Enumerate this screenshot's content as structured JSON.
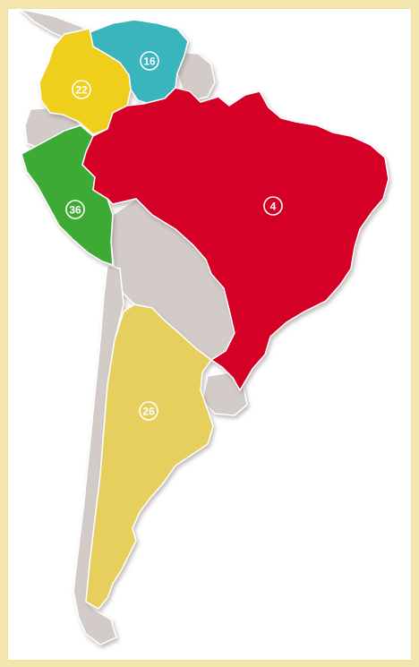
{
  "map": {
    "regions": [
      {
        "id": "venezuela",
        "label": "16",
        "color": "#3bb5bd"
      },
      {
        "id": "colombia",
        "label": "22",
        "color": "#f0cf1f"
      },
      {
        "id": "brazil",
        "label": "4",
        "color": "#d40026"
      },
      {
        "id": "peru",
        "label": "36",
        "color": "#3eaa34"
      },
      {
        "id": "argentina",
        "label": "26",
        "color": "#e6cf5b"
      }
    ],
    "neighbor_color": "#d2cbc7",
    "frame_color": "#f4e7ad"
  }
}
